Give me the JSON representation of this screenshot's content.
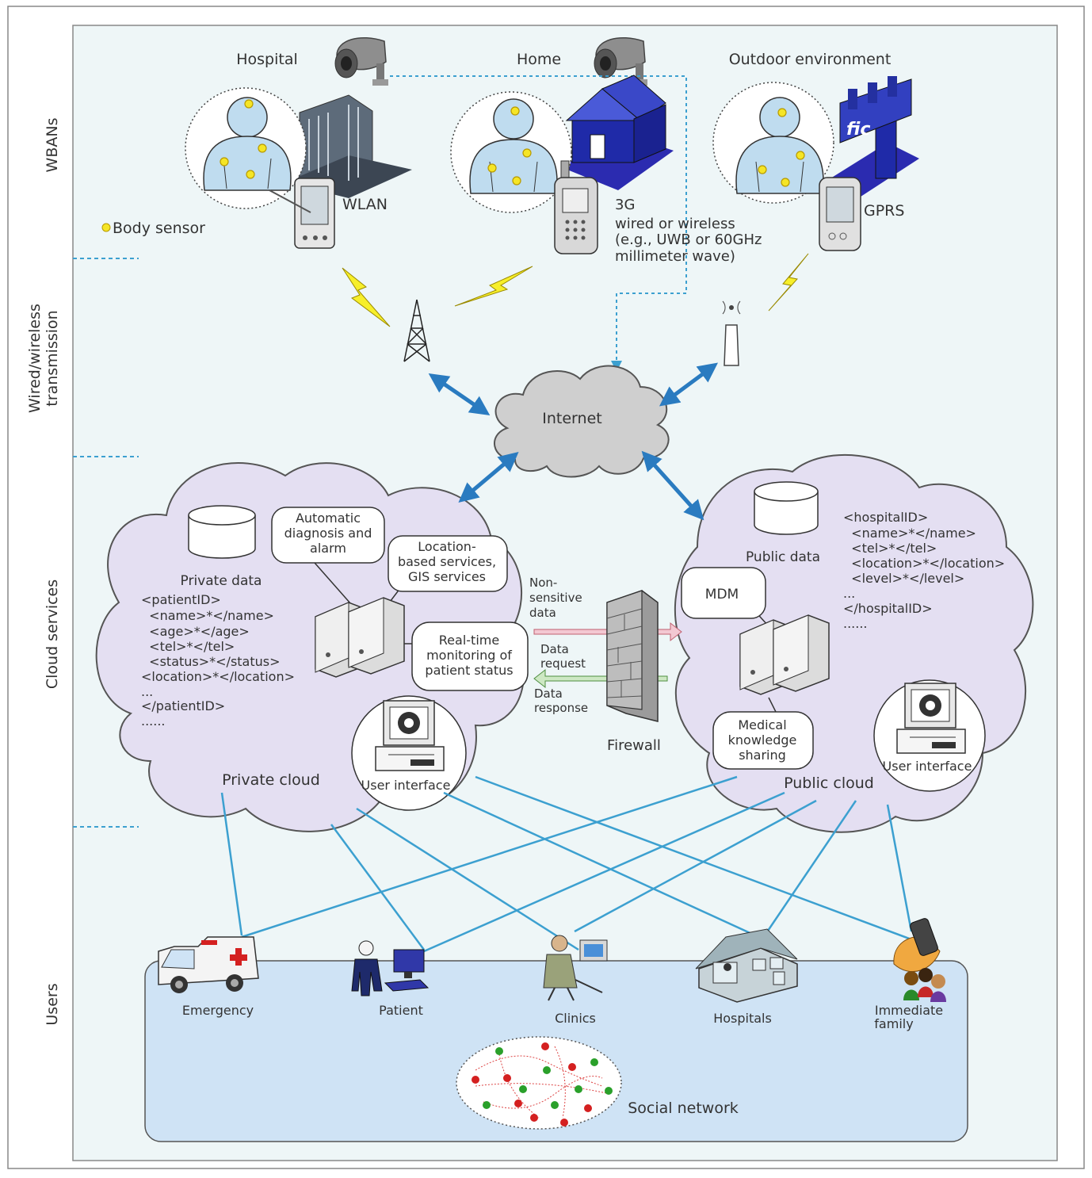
{
  "layers": {
    "wbans": "WBANs",
    "transmission_line1": "Wired/wireless",
    "transmission_line2": "transmission",
    "cloud_services": "Cloud services",
    "users": "Users"
  },
  "wban": {
    "hospital": "Hospital",
    "home": "Home",
    "outdoor": "Outdoor environment",
    "wlan": "WLAN",
    "home_link": [
      "3G",
      "wired or wireless",
      "(e.g., UWB or 60GHz",
      "millimeter wave)"
    ],
    "gprs": "GPRS",
    "body_sensor": "Body sensor",
    "sign_text": "fic"
  },
  "internet": "Internet",
  "private_cloud": {
    "title": "Private cloud",
    "data_label": "Private data",
    "record": [
      "<patientID>",
      "  <name>*</name>",
      "  <age>*</age>",
      "  <tel>*</tel>",
      "  <status>*</status>",
      "<location>*</location>",
      "...",
      "</patientID>",
      "......"
    ],
    "box_diagnosis": [
      "Automatic",
      "diagnosis and",
      "alarm"
    ],
    "box_location": [
      "Location-",
      "based services,",
      "GIS services"
    ],
    "box_monitoring": [
      "Real-time",
      "monitoring of",
      "patient status"
    ],
    "ui": "User interface"
  },
  "public_cloud": {
    "title": "Public cloud",
    "data_label": "Public data",
    "record": [
      "<hospitalID>",
      "  <name>*</name>",
      "  <tel>*</tel>",
      "  <location>*</location>",
      "  <level>*</level>",
      "...",
      "</hospitalID>",
      "......"
    ],
    "mdm": "MDM",
    "box_knowledge": [
      "Medical",
      "knowledge",
      "sharing"
    ],
    "ui": "User interface"
  },
  "exchange": {
    "nonsensitive": [
      "Non-",
      "sensitive",
      "data"
    ],
    "request": [
      "Data",
      "request"
    ],
    "response": [
      "Data",
      "response"
    ],
    "firewall": "Firewall"
  },
  "users": {
    "emergency": "Emergency",
    "patient": "Patient",
    "clinics": "Clinics",
    "hospitals": "Hospitals",
    "family": [
      "Immediate",
      "family"
    ],
    "social": "Social network"
  },
  "colors": {
    "background": "#eef6f7",
    "cloud_fill": "#e4dff2",
    "cloud_stroke": "#555555",
    "users_panel": "#cfe3f5",
    "link_blue": "#3ca0d0",
    "arrow_blue": "#2a7bc0",
    "sensor_yellow": "#f5e526"
  }
}
